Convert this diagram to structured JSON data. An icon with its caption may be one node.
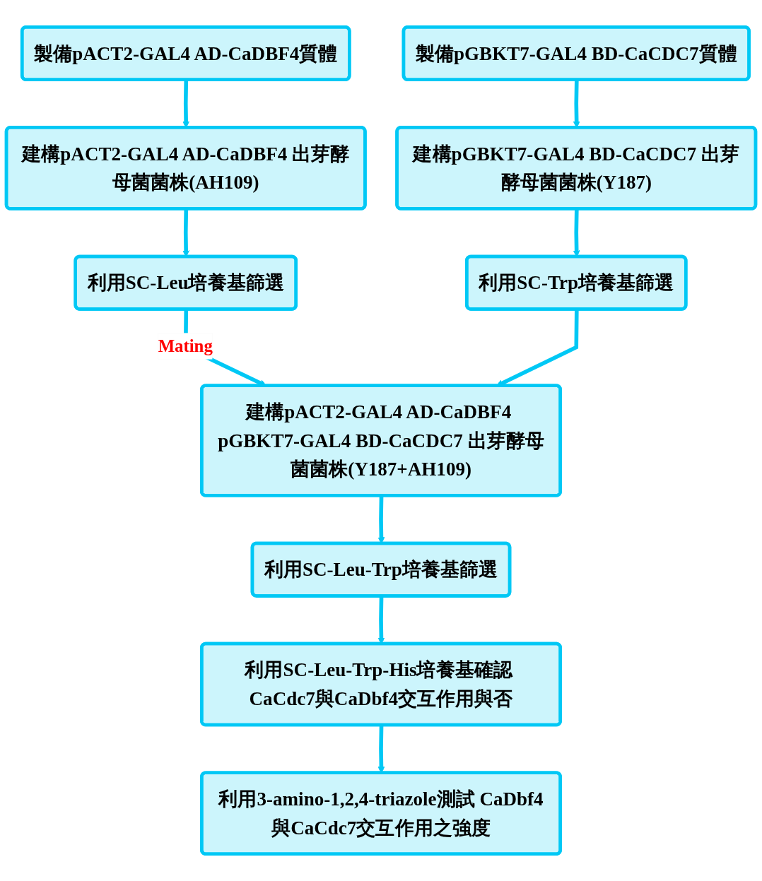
{
  "diagram": {
    "nodes": [
      {
        "text": [
          "製備pACT2-GAL4 AD-CaDBF4質體"
        ]
      },
      {
        "text": [
          "製備pGBKT7-GAL4 BD-CaCDC7質體"
        ]
      },
      {
        "text": [
          "建構pACT2-GAL4 AD-CaDBF4 出芽酵母菌菌株(AH109)"
        ]
      },
      {
        "text": [
          "建構pGBKT7-GAL4 BD-CaCDC7 出芽酵母菌菌株(Y187)"
        ]
      },
      {
        "text": [
          "利用SC-Leu培養基篩選"
        ]
      },
      {
        "text": [
          "利用SC-Trp培養基篩選"
        ]
      },
      {
        "text": [
          "建構pACT2-GAL4 AD-CaDBF4 pGBKT7-GAL4 BD-CaCDC7 出芽酵母菌菌株(Y187+AH109)"
        ]
      },
      {
        "text": [
          "利用SC-Leu-Trp培養基篩選"
        ]
      },
      {
        "text": [
          "利用SC-Leu-Trp-His培養基確認 CaCdc7與CaDbf4交互作用與否"
        ]
      },
      {
        "text": [
          "利用3-amino-1,2,4-triazole測試 CaDbf4與CaCdc7交互作用之強度"
        ]
      }
    ],
    "edges": [
      {
        "from": 0,
        "to": 2,
        "arrow": "to"
      },
      {
        "from": 1,
        "to": 3,
        "arrow": "to"
      },
      {
        "from": 2,
        "to": 4,
        "arrow": "to"
      },
      {
        "from": 3,
        "to": 5,
        "arrow": "to"
      },
      {
        "from": 4,
        "to": 6,
        "arrow": "to",
        "label": "Mating"
      },
      {
        "from": 5,
        "to": 6,
        "arrow": "to"
      },
      {
        "from": 6,
        "to": 7,
        "arrow": "to"
      },
      {
        "from": 7,
        "to": 8,
        "arrow": "to"
      },
      {
        "from": 8,
        "to": 9,
        "arrow": "to"
      }
    ]
  }
}
